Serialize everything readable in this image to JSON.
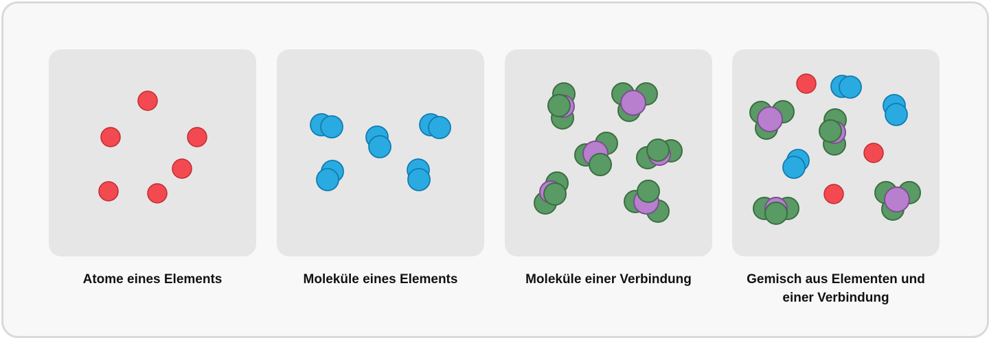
{
  "colors": {
    "element_atom": "#f24a50",
    "element_molecule": "#29abe2",
    "compound_outer": "#5a9a64",
    "compound_center": "#b77fcd",
    "panel_background": "#e6e6e6"
  },
  "panels": [
    {
      "caption": "Atome eines Elements"
    },
    {
      "caption": "Moleküle eines Elements"
    },
    {
      "caption": "Moleküle einer Verbindung"
    },
    {
      "caption": "Gemisch aus Elementen und einer Verbindung"
    }
  ]
}
